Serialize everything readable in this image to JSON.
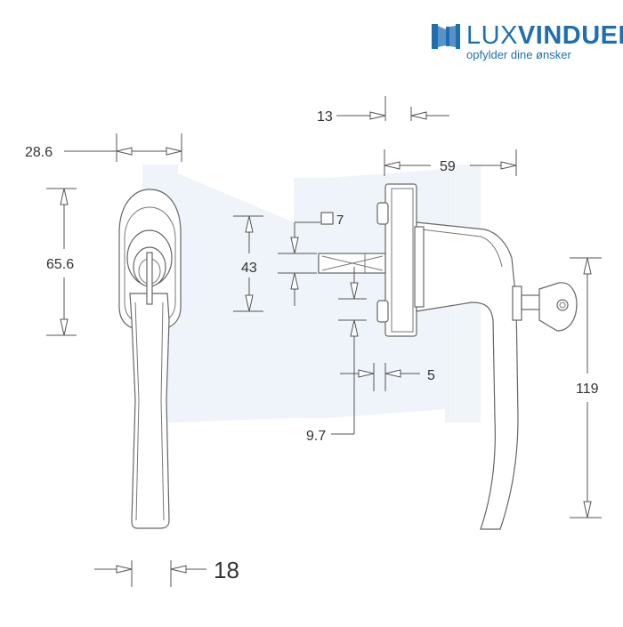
{
  "brand": {
    "name_light": "LUX",
    "name_bold": "VINDUER",
    "tagline": "opfylder dine ønsker",
    "color": "#1f6fb0"
  },
  "dimensions": {
    "width_head": "28.6",
    "height_head": "65.6",
    "base_depth": "18",
    "spindle_offset": "13",
    "total_depth": "59",
    "screw_spacing": "43",
    "spindle_square": "7",
    "spindle_tip": "5",
    "spindle_length": "9.7",
    "lever_length": "119"
  },
  "icons": {
    "brand_logo": "window-frame-icon",
    "square_symbol": "square-icon",
    "key": "key-icon"
  }
}
